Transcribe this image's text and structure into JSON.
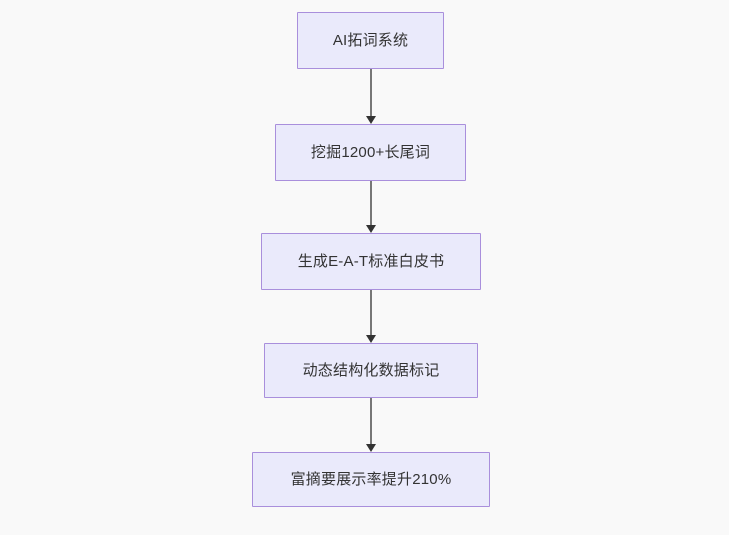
{
  "diagram": {
    "type": "flowchart",
    "direction": "top-to-bottom",
    "background_color": "#f9f9f9",
    "node_fill_color": "#eaeafb",
    "node_border_color": "#a98fdc",
    "node_text_color": "#333333",
    "edge_line_color": "#777777",
    "edge_arrow_color": "#333333",
    "nodes": [
      {
        "id": "n1",
        "label": "AI拓词系统"
      },
      {
        "id": "n2",
        "label": "挖掘1200+长尾词"
      },
      {
        "id": "n3",
        "label": "生成E-A-T标准白皮书"
      },
      {
        "id": "n4",
        "label": "动态结构化数据标记"
      },
      {
        "id": "n5",
        "label": "富摘要展示率提升210%"
      }
    ],
    "edges": [
      {
        "from": "n1",
        "to": "n2",
        "label": ""
      },
      {
        "from": "n2",
        "to": "n3",
        "label": ""
      },
      {
        "from": "n3",
        "to": "n4",
        "label": ""
      },
      {
        "from": "n4",
        "to": "n5",
        "label": ""
      }
    ]
  }
}
